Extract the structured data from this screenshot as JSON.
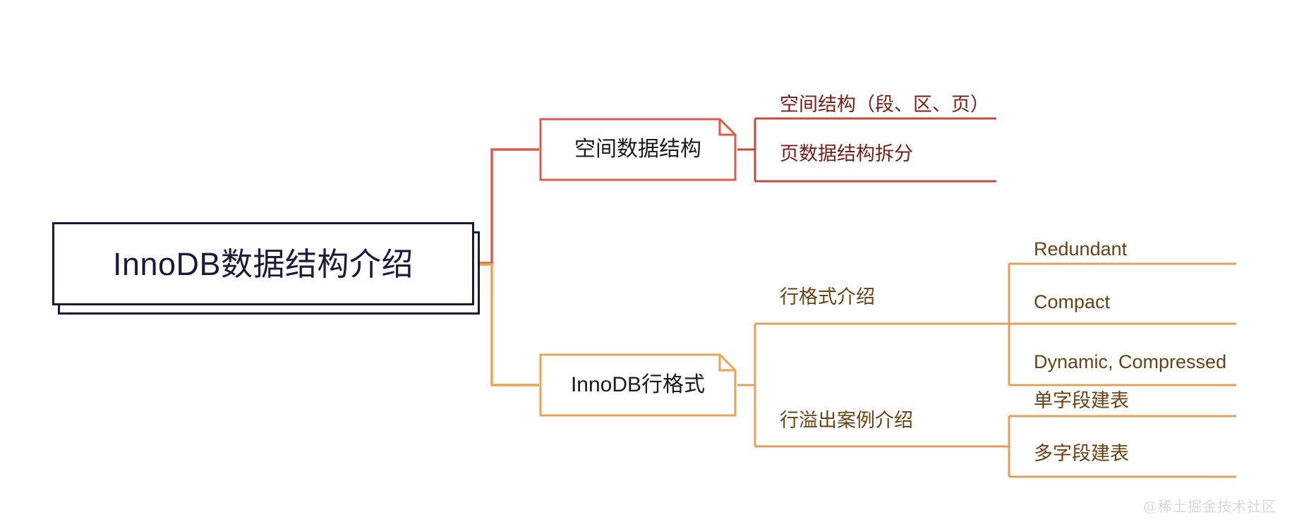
{
  "diagram": {
    "type": "mindmap",
    "title": "InnoDB数据结构介绍",
    "watermark": "@稀土掘金技术社区",
    "colors": {
      "root_border": "#191b3d",
      "root_text": "#191b3d",
      "branch_red": "#e05a4c",
      "branch_orange": "#e8a355",
      "leaf_text_red": "#7b1c16",
      "leaf_text_orange": "#6b4113",
      "background": "#ffffff",
      "watermark": "#d9d9d9"
    }
  },
  "root": {
    "label": "InnoDB数据结构介绍"
  },
  "branches": [
    {
      "label": "空间数据结构",
      "color": "#e05a4c",
      "leaves": [
        {
          "label": "空间结构（段、区、页）"
        },
        {
          "label": "页数据结构拆分"
        }
      ]
    },
    {
      "label": "InnoDB行格式",
      "color": "#e8a355",
      "groups": [
        {
          "label": "行格式介绍",
          "leaves": [
            {
              "label": "Redundant"
            },
            {
              "label": "Compact"
            },
            {
              "label": "Dynamic, Compressed"
            }
          ]
        },
        {
          "label": "行溢出案例介绍",
          "leaves": [
            {
              "label": "单字段建表"
            },
            {
              "label": "多字段建表"
            }
          ]
        }
      ]
    }
  ]
}
